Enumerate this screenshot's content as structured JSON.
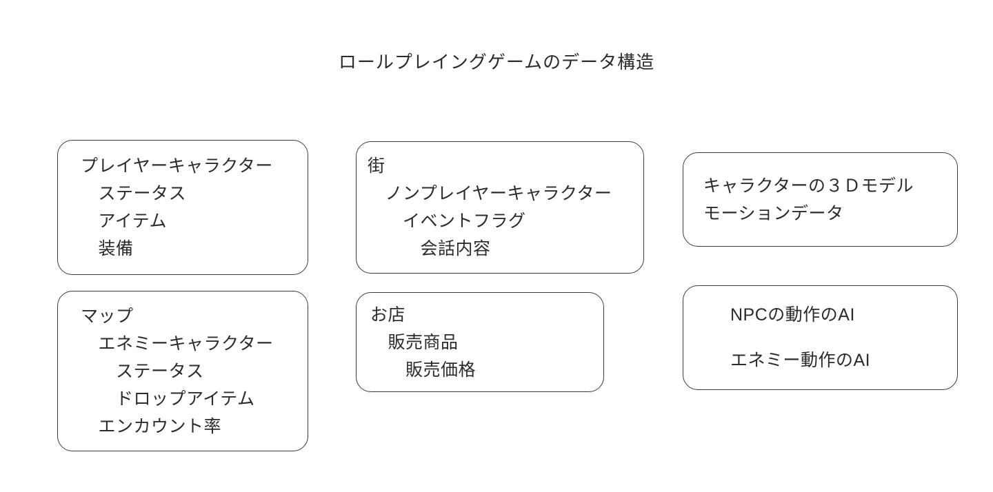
{
  "title": "ロールプレイングゲームのデータ構造",
  "boxes": [
    {
      "id": "box-player",
      "name": "player-character-box",
      "lines": [
        "プレイヤーキャラクター",
        "　ステータス",
        "　アイテム",
        "　装備"
      ]
    },
    {
      "id": "box-town",
      "name": "town-box",
      "lines": [
        "街",
        "　ノンプレイヤーキャラクター",
        "　　イベントフラグ",
        "　　　会話内容"
      ]
    },
    {
      "id": "box-assets",
      "name": "character-assets-box",
      "lines": [
        "キャラクターの３Ｄモデル",
        "モーションデータ"
      ]
    },
    {
      "id": "box-map",
      "name": "map-box",
      "lines": [
        "マップ",
        "　エネミーキャラクター",
        "　　ステータス",
        "　　ドロップアイテム",
        "　エンカウント率"
      ]
    },
    {
      "id": "box-shop",
      "name": "shop-box",
      "lines": [
        "お店",
        "　販売商品",
        "　　販売価格"
      ]
    },
    {
      "id": "box-ai",
      "name": "ai-box",
      "lines": [
        "NPCの動作のAI",
        "",
        "エネミー動作のAI"
      ]
    }
  ],
  "colors": {
    "background": "#ffffff",
    "box_border": "#3a3a3a",
    "text": "#2b2b2b"
  }
}
